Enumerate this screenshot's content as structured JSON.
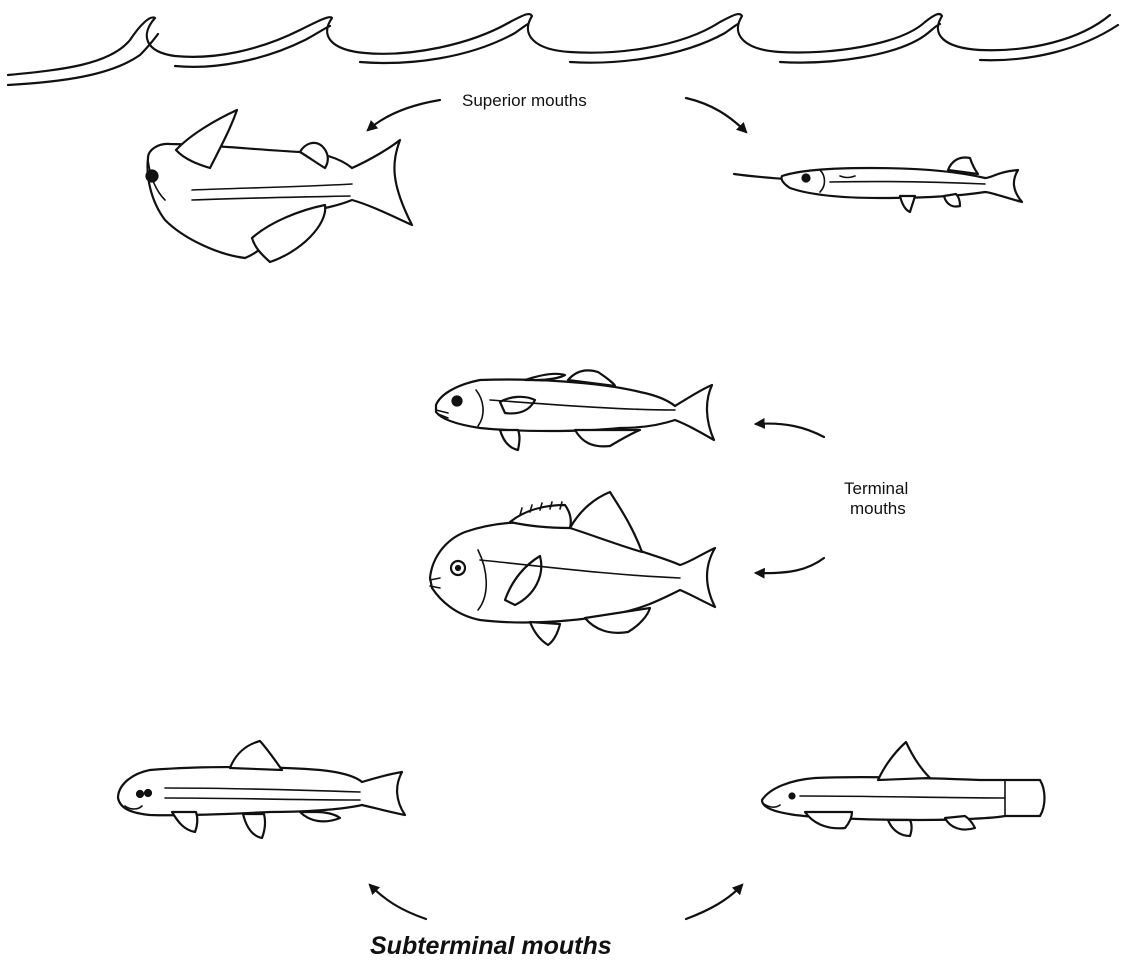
{
  "labels": {
    "superior": "Superior mouths",
    "terminal_line1": "Terminal",
    "terminal_line2": "mouths",
    "subterminal": "Subterminal mouths"
  },
  "groups": [
    {
      "id": "superior",
      "fish": [
        "hatchetfish",
        "halfbeak"
      ]
    },
    {
      "id": "terminal",
      "fish": [
        "bluefish",
        "perch"
      ]
    },
    {
      "id": "subterminal",
      "fish": [
        "dace",
        "loach"
      ]
    }
  ],
  "colors": {
    "ink": "#111111",
    "background": "#ffffff"
  }
}
